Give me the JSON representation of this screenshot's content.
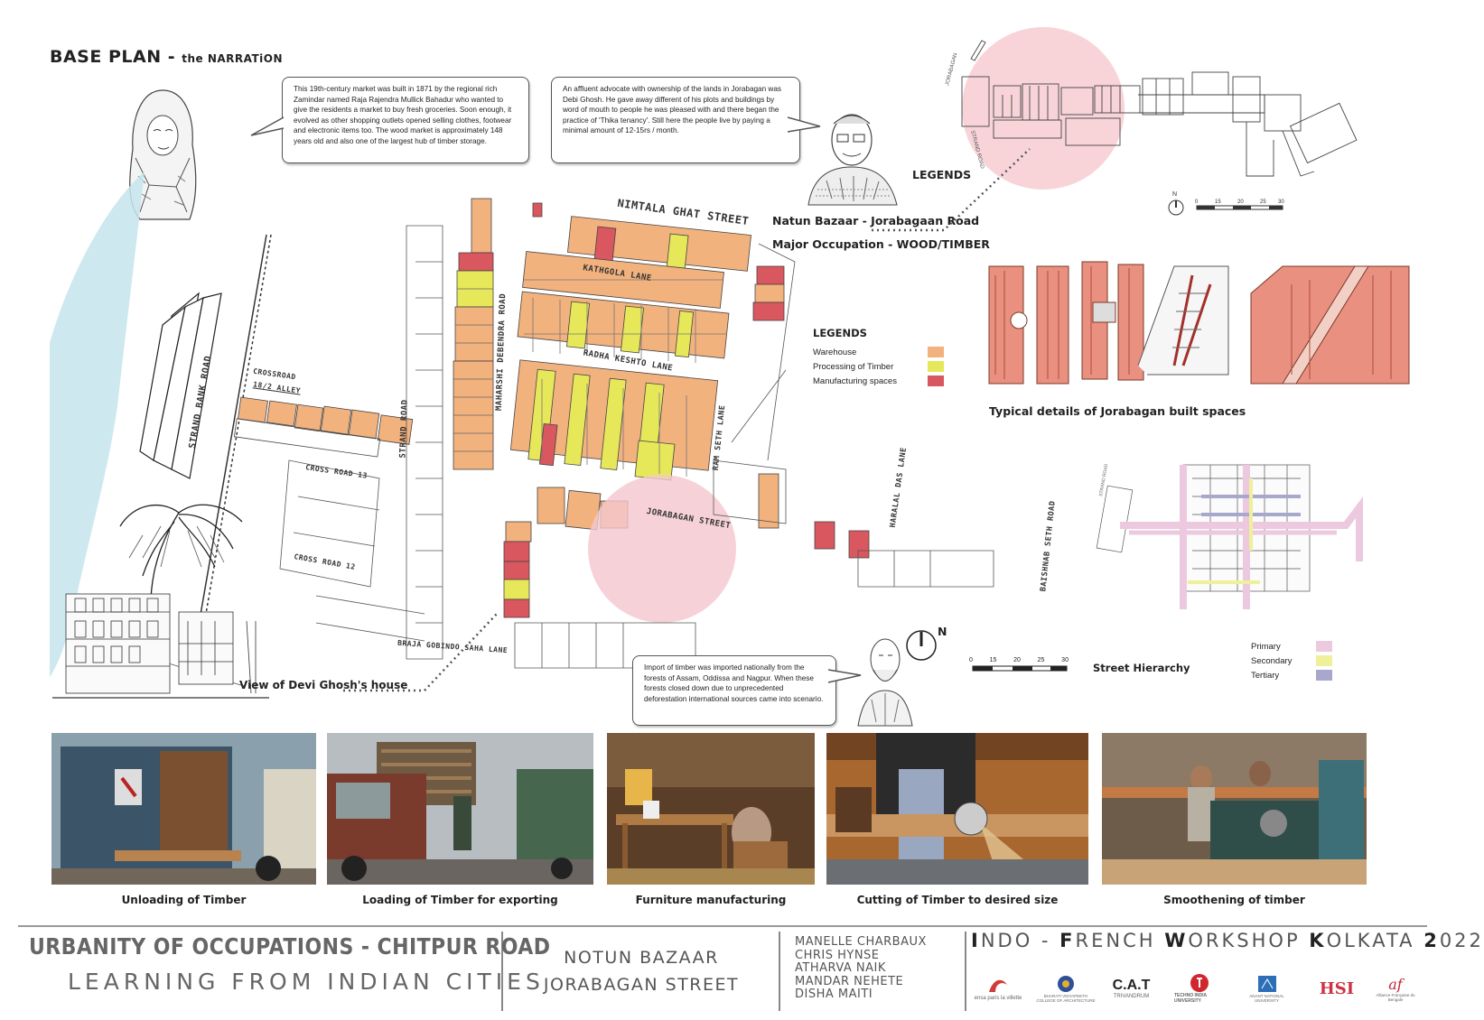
{
  "header": {
    "title": "BASE PLAN -",
    "subtitle": "the NARRATiON"
  },
  "narration": {
    "bubble1": "This 19th-century market was built in 1871 by the regional rich Zamindar named Raja Rajendra Mullick Bahadur who wanted to give the residents a market to buy fresh groceries. Soon enough, it evolved as other shopping outlets opened selling clothes, footwear and electronic items too. The wood market is approximately 148 years old and also one of the largest hub of timber storage.",
    "bubble2": "An affluent advocate with ownership of the lands in Jorabagan was Debi Ghosh. He gave away different of his plots and buildings by word of mouth to people he was pleased with and there began the practice of 'Thika tenancy'. Still here the people live by paying a minimal amount of 12-15rs / month.",
    "bubble3": "Import of timber was imported nationally from the forests of Assam, Oddissa and Nagpur. When these forests closed down due to unprecedented deforestation international sources came into scenario."
  },
  "key_map": {
    "legends_label": "LEGENDS",
    "location": "Natun Bazaar -  Jorabagaan Road",
    "occupation": "Major Occupation - WOOD/TIMBER",
    "scale_ticks": [
      "0",
      "15",
      "20",
      "25",
      "30"
    ],
    "north": "N"
  },
  "streets": {
    "nimtala": "NIMTALA GHAT STREET",
    "kathgola": "KATHGOLA LANE",
    "radha": "RADHA KESHTO LANE",
    "maharshi": "MAHARSHI DEBENDRA ROAD",
    "strand_bank": "STRAND BANK ROAD",
    "strand": "STRAND ROAD",
    "crossroad_alley": "CROSSROAD",
    "alley": "18/2 ALLEY",
    "crossroad13": "CROSS ROAD 13",
    "crossroad12": "CROSS ROAD 12",
    "ram_seth": "RAM SETH LANE",
    "jorabagan": "JORABAGAN STREET",
    "haralal": "HARALAL DAS LANE",
    "baishnab": "BAISHNAB SETH ROAD",
    "braja": "BRAJA GOBINDO SAHA LANE"
  },
  "legend": {
    "title": "LEGENDS",
    "items": [
      {
        "label": "Warehouse",
        "color": "#f2b27e"
      },
      {
        "label": "Processing of Timber",
        "color": "#e6e85a"
      },
      {
        "label": "Manufacturing spaces",
        "color": "#d9575f"
      }
    ]
  },
  "details": {
    "caption": "Typical details of Jorabagan built spaces"
  },
  "hierarchy": {
    "title": "Street Hierarchy",
    "items": [
      {
        "label": "Primary",
        "color": "#ecc9df"
      },
      {
        "label": "Secondary",
        "color": "#eef09a"
      },
      {
        "label": "Tertiary",
        "color": "#a8a7cc"
      }
    ],
    "scale_ticks": [
      "0",
      "15",
      "20",
      "25",
      "30"
    ],
    "north": "N"
  },
  "view_label": "View of Devi Ghosh's house",
  "photos": [
    {
      "caption": "Unloading of Timber"
    },
    {
      "caption": "Loading of Timber for exporting"
    },
    {
      "caption": "Furniture manufacturing"
    },
    {
      "caption": "Cutting of Timber to desired size"
    },
    {
      "caption": "Smoothening of timber"
    }
  ],
  "footer": {
    "line1": "URBANITY OF OCCUPATIONS - CHITPUR ROAD",
    "line2": "LEARNING FROM INDIAN CITIES",
    "site1": "NOTUN BAZAAR",
    "site2": "JORABAGAN STREET",
    "names": [
      "MANELLE CHARBAUX",
      "CHRIS HYNSE",
      "ATHARVA NAIK",
      "MANDAR NEHETE",
      "DISHA MAITI"
    ],
    "workshop": {
      "I": "I",
      "ndo": "NDO - ",
      "F": "F",
      "rench": "RENCH ",
      "W": "W",
      "orkshop": "ORKSHOP ",
      "K": "K",
      "olkata": "OLKATA ",
      "y1": "2",
      "year": "022"
    },
    "logos": [
      "ensa paris la villette",
      "BHARATI VIDYAPEETH COLLEGE OF ARCHITECTURE",
      "C.A.T",
      "TRIVANDRUM",
      "TECHNO INDIA UNIVERSITY",
      "ANANT NATIONAL UNIVERSITY",
      "HSI",
      "af",
      "Alliance Française du Bengale"
    ]
  }
}
